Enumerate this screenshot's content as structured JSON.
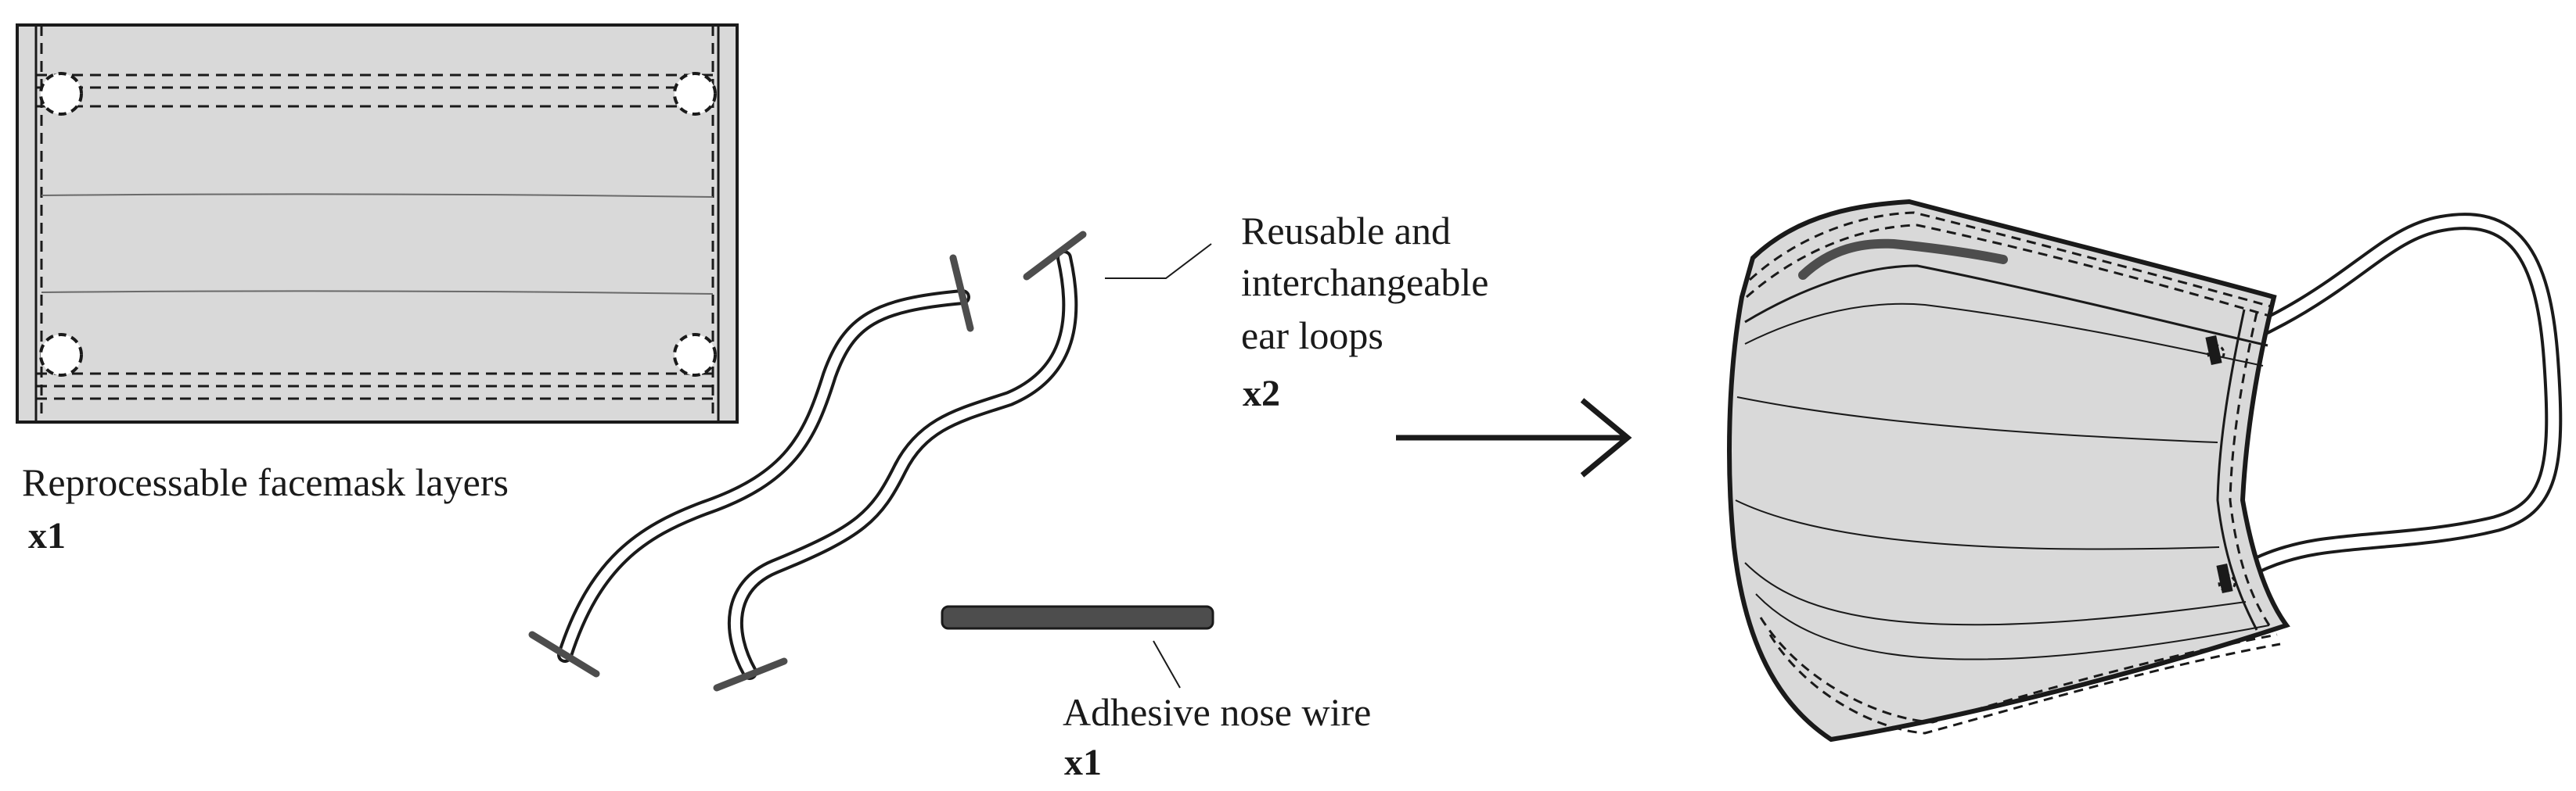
{
  "labels": {
    "facemask_layers": {
      "text": "Reprocessable facemask layers",
      "quantity": "x1"
    },
    "ear_loops": {
      "lines": [
        "Reusable and",
        "interchangeable",
        "ear loops"
      ],
      "quantity": "x2"
    },
    "nose_wire": {
      "text": "Adhesive nose wire",
      "quantity": "x1"
    }
  },
  "colors": {
    "outline": "#1a1a1a",
    "fabric_fill": "#d9d9d9",
    "wire_fill": "#4d4d4d",
    "background": "#ffffff"
  },
  "icons": [
    "facemask-layer-sheet",
    "ear-loop",
    "nose-wire",
    "assembly-arrow",
    "assembled-facemask"
  ]
}
